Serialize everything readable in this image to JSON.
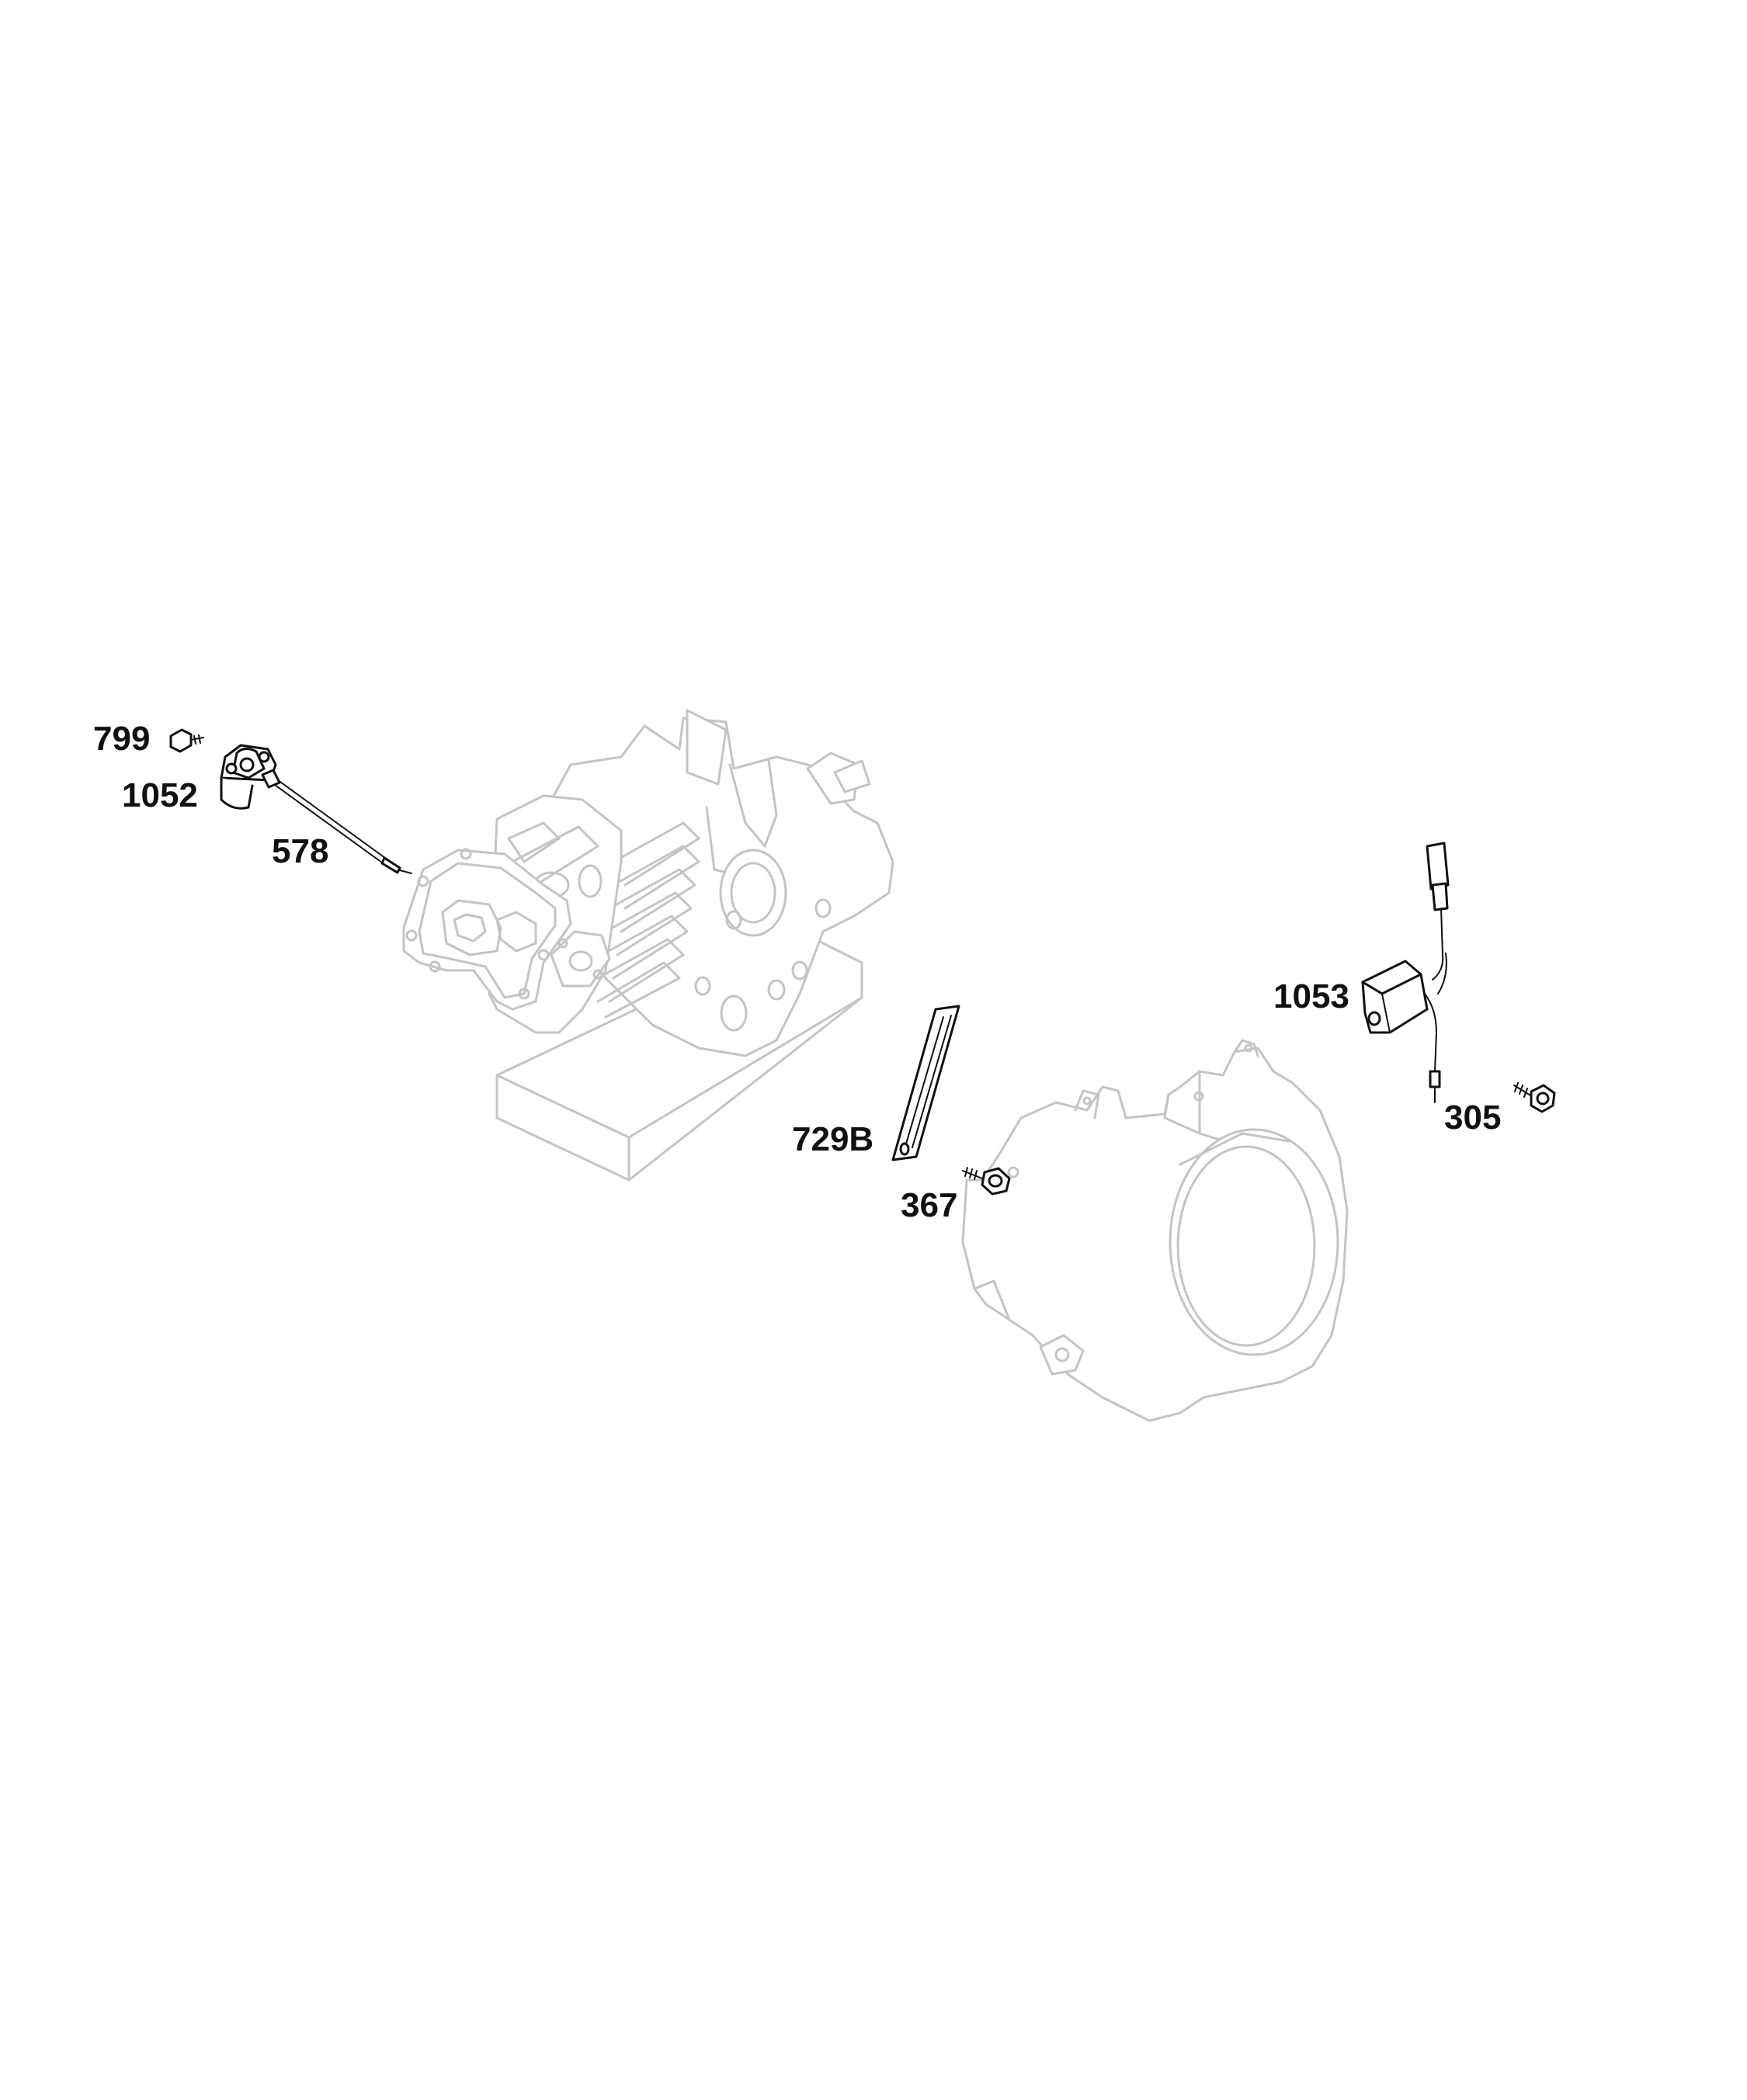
{
  "diagram": {
    "background": "#ffffff",
    "ghost_color": "#c4c4c4",
    "part_color": "#111111",
    "components": [
      {
        "name": "engine-block",
        "style": "ghost"
      },
      {
        "name": "blower-housing",
        "style": "ghost"
      },
      {
        "name": "oil-sensor",
        "part": "1052"
      },
      {
        "name": "screw",
        "part": "799"
      },
      {
        "name": "wire",
        "part": "578"
      },
      {
        "name": "strap",
        "part": "729B"
      },
      {
        "name": "screw",
        "part": "367"
      },
      {
        "name": "module",
        "part": "1053"
      },
      {
        "name": "screw",
        "part": "305"
      }
    ]
  },
  "labels": {
    "l799": "799",
    "l1052": "1052",
    "l578": "578",
    "l1053": "1053",
    "l305": "305",
    "l729b": "729B",
    "l367": "367"
  }
}
